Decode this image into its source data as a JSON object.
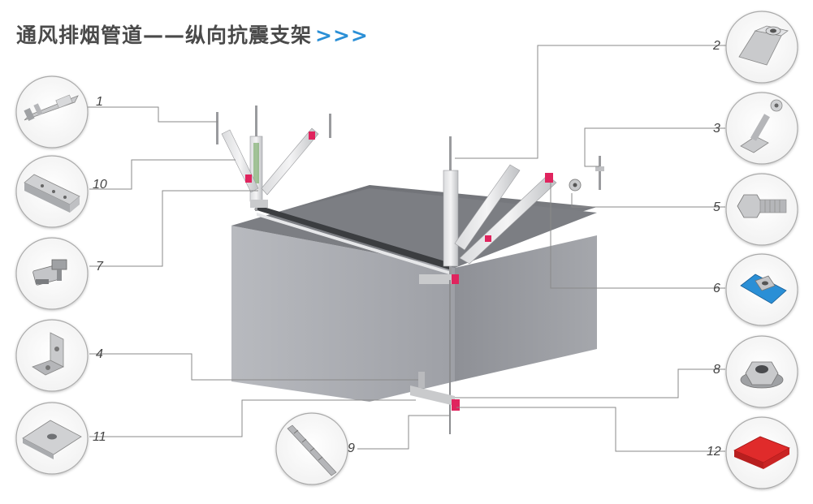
{
  "title": "通风排烟管道——纵向抗震支架",
  "title_arrows": ">>>",
  "components": [
    {
      "number": "1",
      "icon": "anchor-bolt-icon"
    },
    {
      "number": "2",
      "icon": "coupling-nut-icon"
    },
    {
      "number": "3",
      "icon": "hinge-connector-icon"
    },
    {
      "number": "4",
      "icon": "angle-bracket-icon"
    },
    {
      "number": "5",
      "icon": "hex-bolt-icon"
    },
    {
      "number": "6",
      "icon": "channel-nut-icon"
    },
    {
      "number": "7",
      "icon": "channel-connector-icon"
    },
    {
      "number": "8",
      "icon": "flange-nut-icon"
    },
    {
      "number": "9",
      "icon": "threaded-rod-icon"
    },
    {
      "number": "10",
      "icon": "c-channel-icon"
    },
    {
      "number": "11",
      "icon": "square-washer-icon"
    },
    {
      "number": "12",
      "icon": "end-cap-icon"
    }
  ],
  "colors": {
    "accent": "#2a8fd6",
    "duct": "#a9abb0",
    "cap": "#d9232d",
    "line": "#8a8a8a"
  }
}
